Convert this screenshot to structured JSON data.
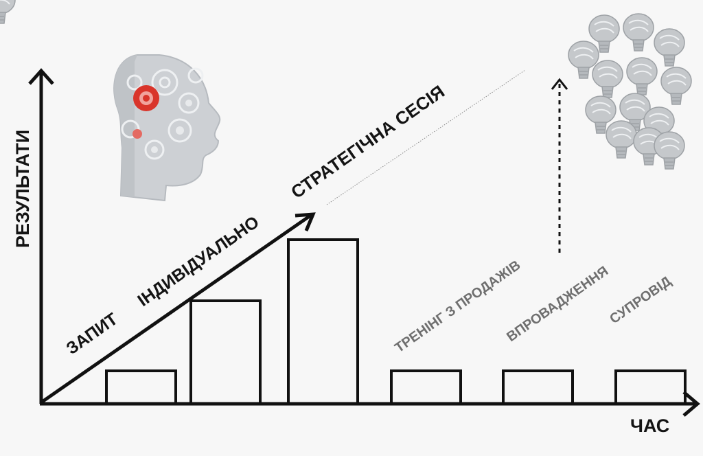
{
  "axes": {
    "y_label": "РЕЗУЛЬТАТИ",
    "x_label": "ЧАС"
  },
  "stages": {
    "request": "ЗАПИТ",
    "individual": "ІНДИВІДУАЛЬНО",
    "strategic_session": "СТРАТЕГІЧНА  СЕСІЯ",
    "sales_training": "ТРЕНІНГ З ПРОДАЖІВ",
    "implementation": "ВПРОВАДЖЕННЯ",
    "support": "СУПРОВІД"
  },
  "colors": {
    "line": "#111111",
    "muted_text": "#6f6f6f",
    "gear_accent": "#d9352b",
    "head": "#c9ccd0"
  },
  "icons": {
    "head": "head-with-gears-icon",
    "bulbs": "lightbulb-brains-icon"
  }
}
